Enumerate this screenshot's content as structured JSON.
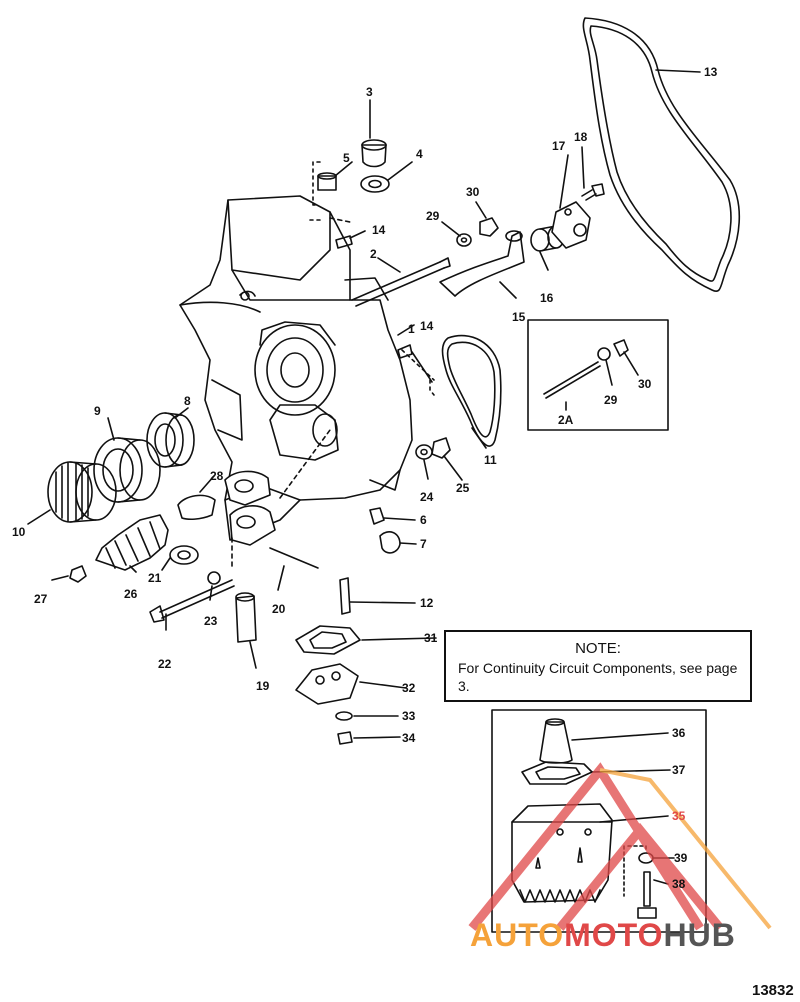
{
  "callouts": [
    "1",
    "2",
    "2A",
    "3",
    "4",
    "5",
    "6",
    "7",
    "8",
    "9",
    "10",
    "11",
    "12",
    "13",
    "14",
    "14",
    "15",
    "16",
    "17",
    "18",
    "19",
    "20",
    "21",
    "22",
    "23",
    "24",
    "25",
    "26",
    "27",
    "28",
    "29",
    "29",
    "30",
    "30",
    "31",
    "32",
    "33",
    "34",
    "35",
    "36",
    "37",
    "38",
    "39"
  ],
  "note": {
    "title": "NOTE:",
    "body": "For Continuity Circuit Components, see page 3."
  },
  "figure_number": "13832",
  "watermark": {
    "part1": "AUTO",
    "part2": "MOTO",
    "part3": "HUB"
  },
  "colors": {
    "line": "#111111",
    "watermark_orange": "#f5a23a",
    "watermark_red": "#e04848",
    "watermark_gray": "#555555"
  }
}
